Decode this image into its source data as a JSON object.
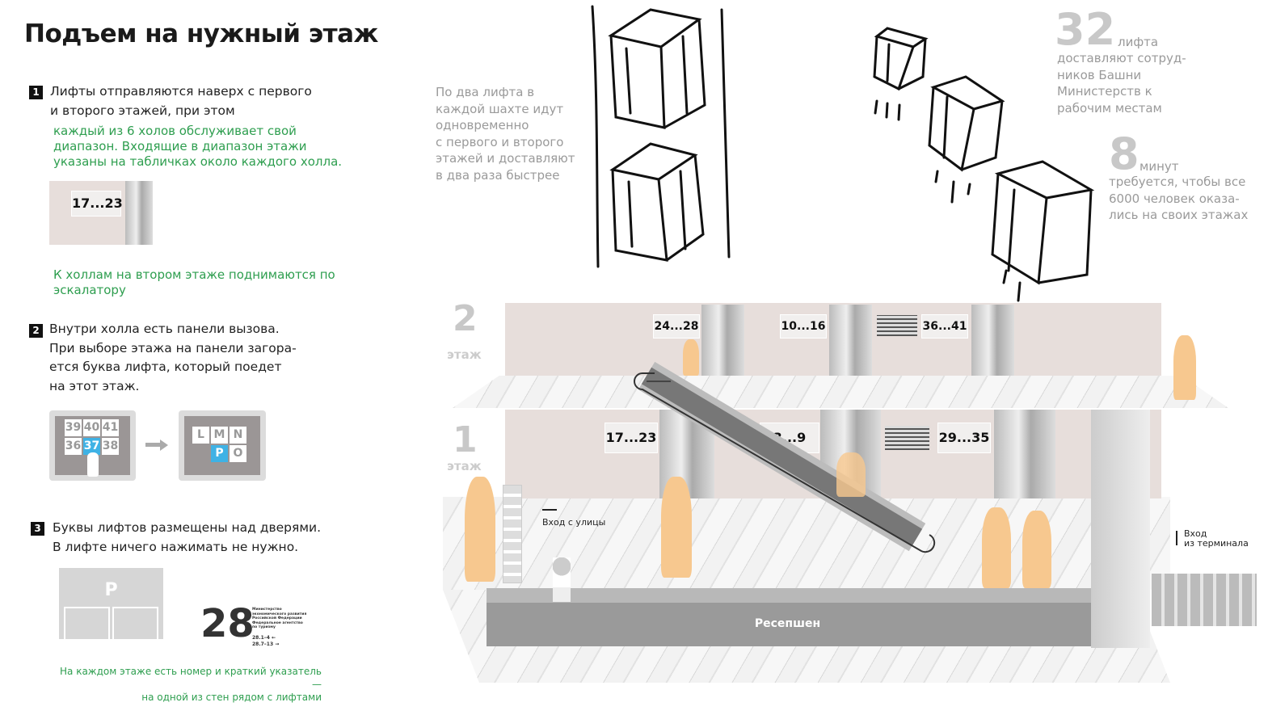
{
  "title": "Подъем на нужный этаж",
  "steps": [
    {
      "num": "1",
      "lines": [
        "Лифты отправляются наверх с первого",
        "и второго этажей, при этом"
      ],
      "note": [
        "каждый из 6 холов обслуживает свой",
        "диапазон. Входящие в диапазон этажи",
        "указаны на табличках около каждого холла."
      ],
      "sign": "17...23",
      "note2": [
        "К холлам на втором этаже поднимаются по",
        "эскалатору"
      ]
    },
    {
      "num": "2",
      "lines": [
        "Внутри холла есть панели вызова.",
        "При выборе этажа на панели загора-",
        "ется буква лифта, который поедет",
        "на этот этаж."
      ],
      "panel_floors": [
        "39",
        "40",
        "41",
        "36",
        "37",
        "38"
      ],
      "selected_floor": "37",
      "panel_letters": [
        "L",
        "M",
        "N",
        "P",
        "O"
      ],
      "selected_letter": "P"
    },
    {
      "num": "3",
      "lines": [
        "Буквы лифтов размещены над дверями.",
        "В лифте ничего нажимать не нужно."
      ],
      "door_letter": "P",
      "floor_number": "28",
      "floor_sign_lines": [
        "Министерство",
        "экономического развития",
        "Российской Федерации",
        "Федеральное агентство",
        "по туризму"
      ],
      "floor_sign_ranges": [
        "28.1–4 ←",
        "28.7–13 →"
      ],
      "note": [
        "На каждом этаже есть номер и краткий указатель —",
        "на одной из стен рядом с лифтами"
      ]
    }
  ],
  "shaft_note": [
    "По два лифта в",
    "каждой шахте идут",
    "одновременно",
    "с первого и второго",
    "этажей и доставляют",
    "в два раза быстрее"
  ],
  "stats": [
    {
      "value": "32",
      "unit": "лифта",
      "text": [
        "доставляют сотруд-",
        "ников Башни",
        "Министерств к",
        "рабочим местам"
      ]
    },
    {
      "value": "8",
      "unit": "минут",
      "text": [
        "требуется, чтобы все",
        "6000 человек оказа-",
        "лись на своих этажах"
      ]
    }
  ],
  "floors": [
    {
      "num": "2",
      "label": "этаж",
      "signs": [
        "24...28",
        "10...16",
        "36...41"
      ]
    },
    {
      "num": "1",
      "label": "этаж",
      "signs": [
        "17...23",
        "3...9",
        "29...35"
      ]
    }
  ],
  "labels": {
    "street_entrance": "Вход с улицы",
    "terminal_entrance": [
      "Вход",
      "из терминала"
    ],
    "reception": "Ресепшен"
  },
  "colors": {
    "green": "#2e9e4f",
    "accent_blue": "#3fb2e5",
    "person": "#f7c88f",
    "wall": "#e7dedb"
  }
}
